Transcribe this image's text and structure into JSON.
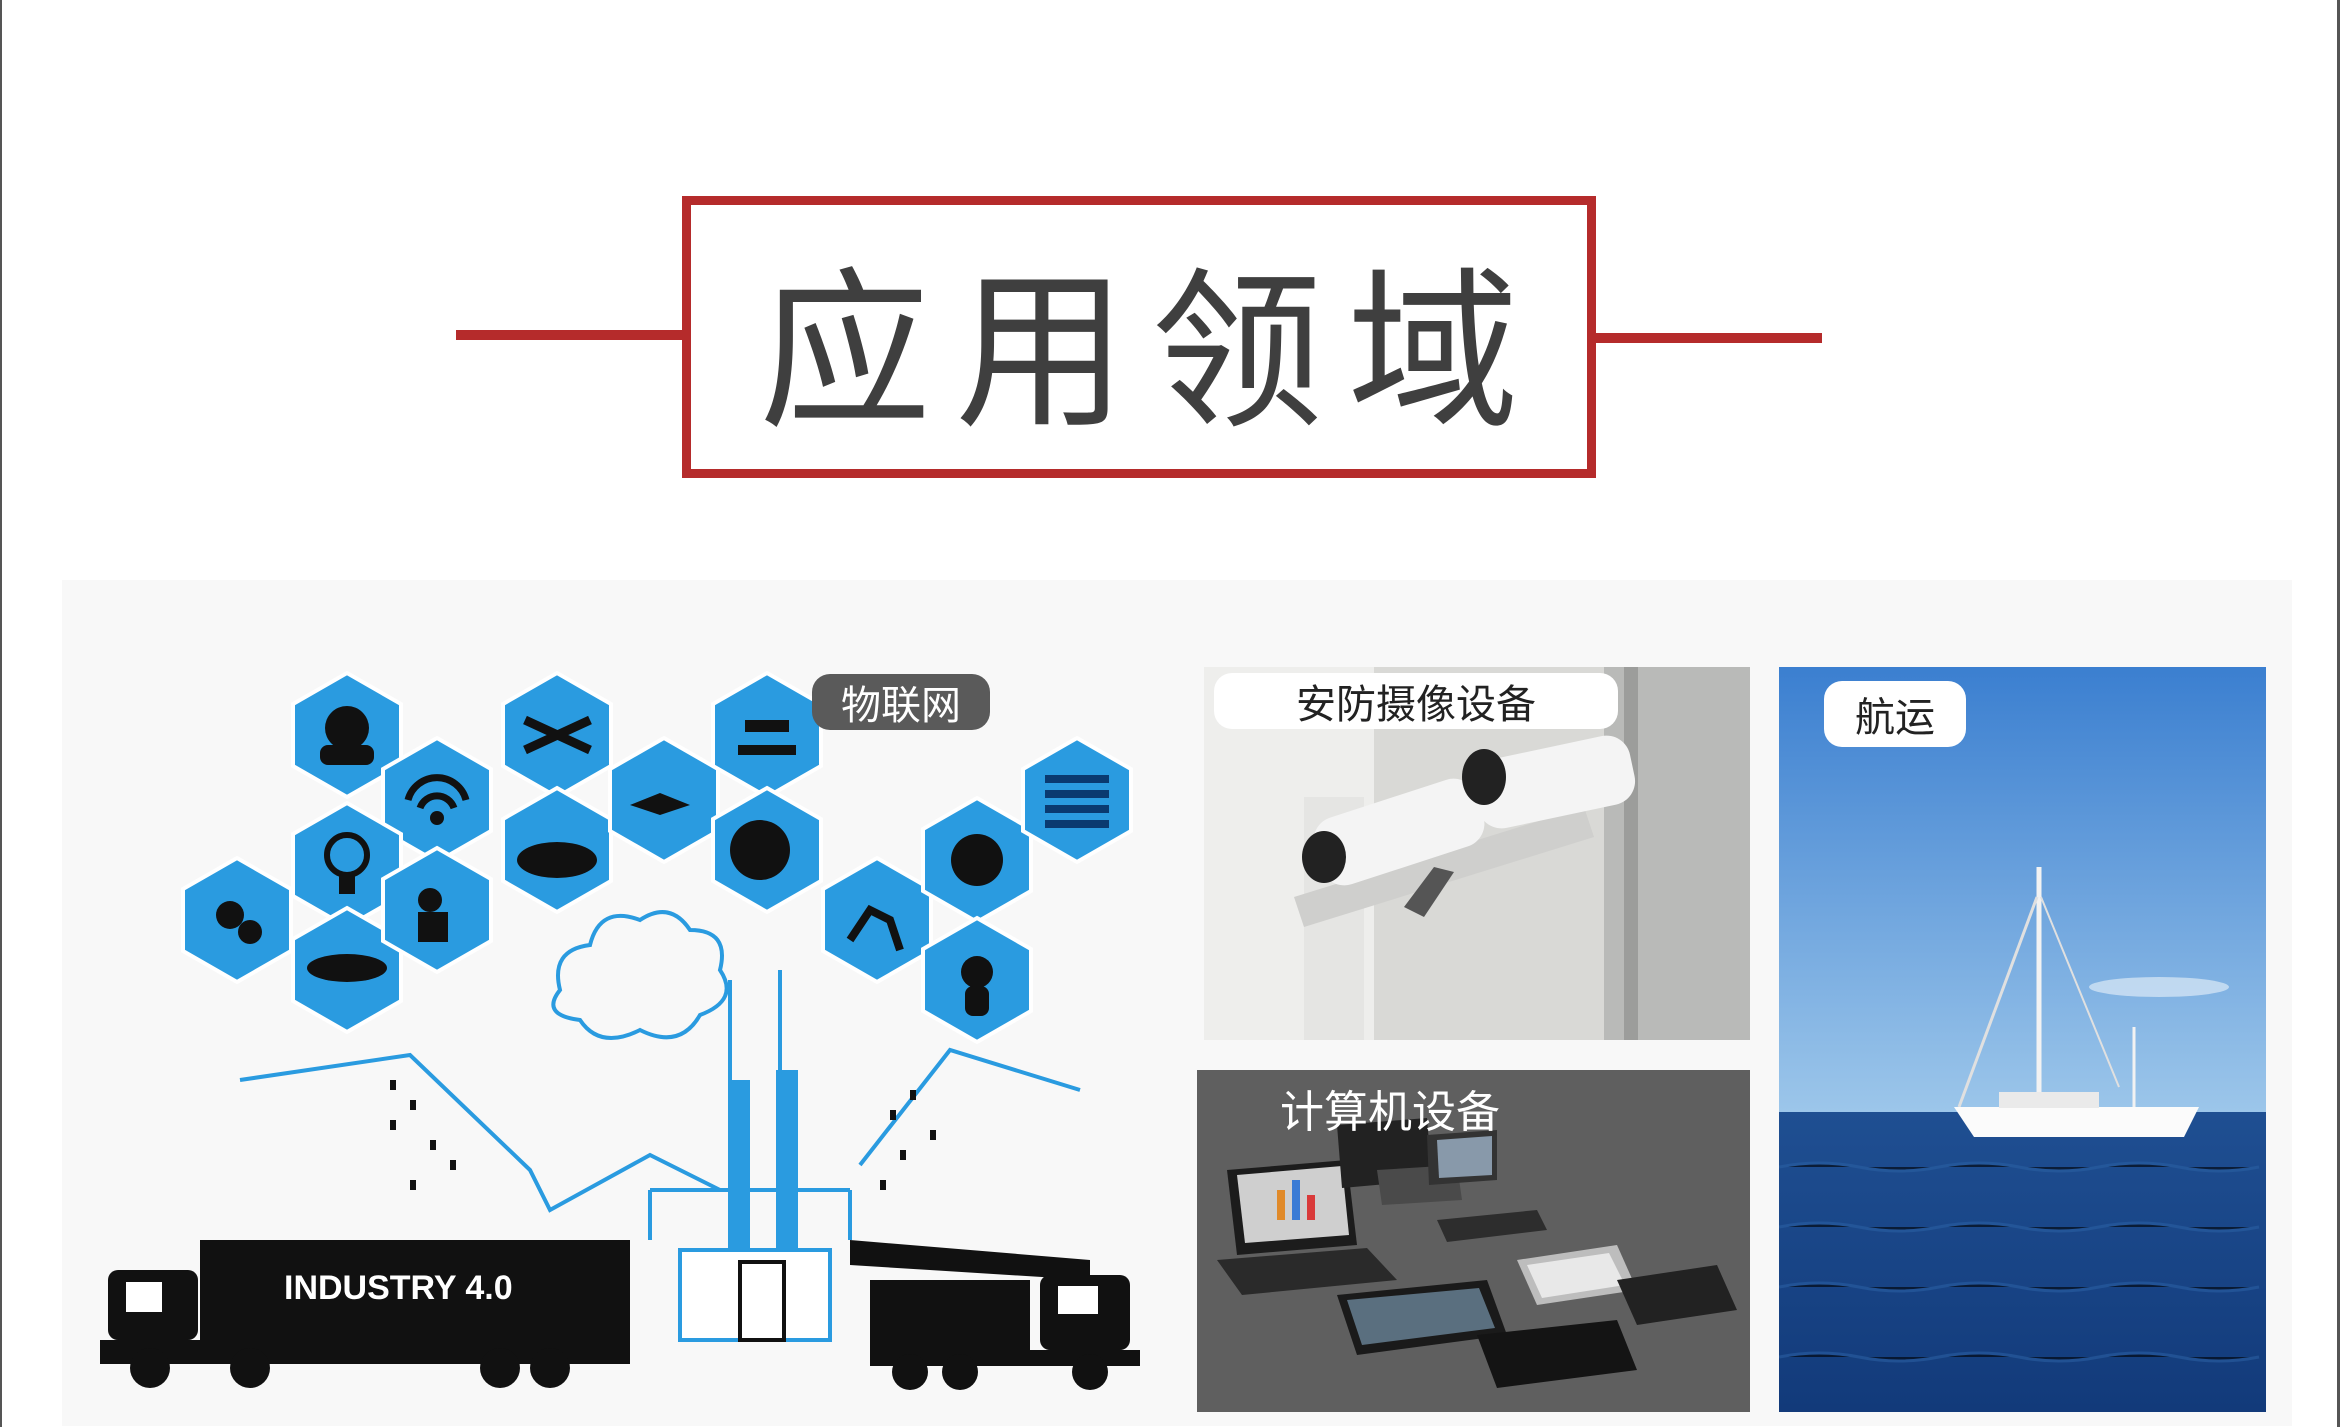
{
  "title": "应用领域",
  "sections": {
    "iot": {
      "label": "物联网",
      "truck_text": "INDUSTRY 4.0"
    },
    "security": {
      "label": "安防摄像设备"
    },
    "computer": {
      "label": "计算机设备"
    },
    "shipping": {
      "label": "航运"
    }
  },
  "colors": {
    "accent_red": "#b52b2b",
    "hex_blue": "#2a9be0",
    "title_text": "#3f3f3f"
  }
}
